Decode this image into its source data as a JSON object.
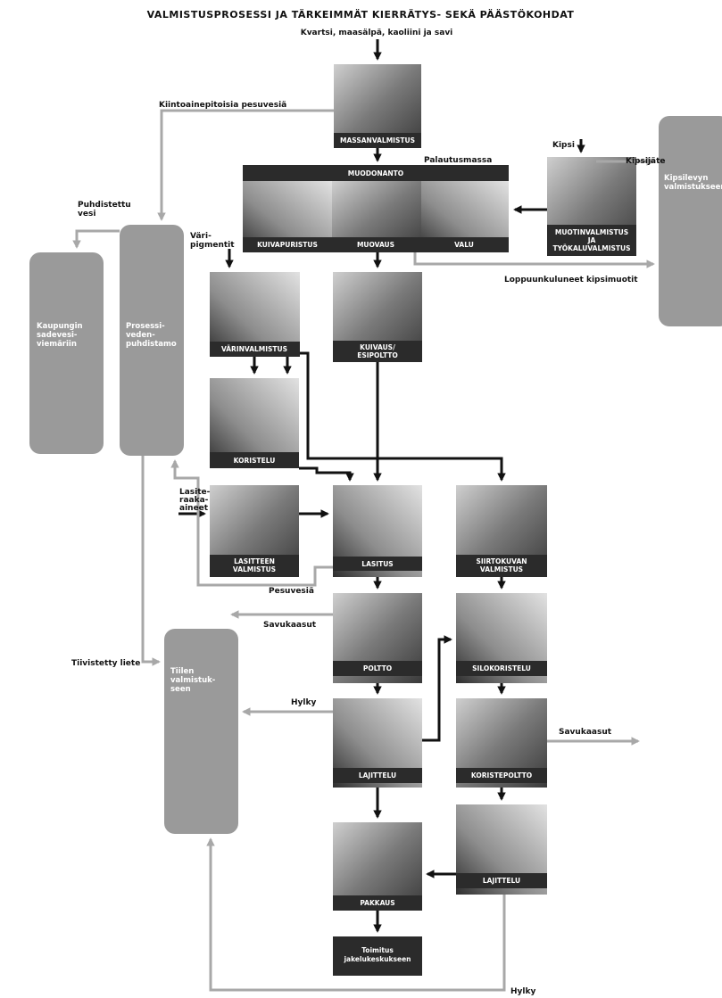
{
  "title": "VALMISTUSPROSESSI JA TÄRKEIMMÄT KIERRÄTYS- SEKÄ PÄÄSTÖKOHDAT",
  "input_top": "Kvartsi, maasälpä, kaoliini ja savi",
  "steps": {
    "massanvalmistus": "MASSANVALMISTUS",
    "muodonanto": "MUODONANTO",
    "kuivapuristus": "KUIVAPURISTUS",
    "muovaus": "MUOVAUS",
    "valu": "VALU",
    "muotinvalmistus": [
      "MUOTINVALMISTUS",
      "JA",
      "TYÖKALUVALMISTUS"
    ],
    "varinvalmistus": "VÄRINVALMISTUS",
    "kuivaus": [
      "KUIVAUS/",
      "ESIPOLTTO"
    ],
    "koristelu": "KORISTELU",
    "lasitteen_valmistus": [
      "LASITTEEN",
      "VALMISTUS"
    ],
    "lasitus": "LASITUS",
    "siirtokuvan_valmistus": [
      "SIIRTOKUVAN",
      "VALMISTUS"
    ],
    "poltto": "POLTTO",
    "silokoristelu": "SILOKORISTELU",
    "lajittelu1": "LAJITTELU",
    "koristepoltto": "KORISTEPOLTTO",
    "lajittelu2": "LAJITTELU",
    "pakkaus": "PAKKAUS",
    "toimitus": [
      "Toimitus",
      "jakelukeskukseen"
    ]
  },
  "side_boxes": {
    "kaupungin": [
      "Kaupungin",
      "sadevesi-",
      "viemäriin"
    ],
    "prosessi": [
      "Prosessi-",
      "veden-",
      "puhdistamo"
    ],
    "tiilen": [
      "Tiilen",
      "valmistuk-",
      "seen"
    ],
    "kipsilevyn": [
      "Kipsilevyn",
      "valmistukseen"
    ]
  },
  "labels": {
    "kiintoaine": "Kiintoainepitoisia pesuvesiä",
    "puhdistettu": [
      "Puhdistettu",
      "vesi"
    ],
    "vari_pigmentit": [
      "Väri-",
      "pigmentit"
    ],
    "palautusmassa": "Palautusmassa",
    "kipsi": "Kipsi",
    "kipsijate": "Kipsijäte",
    "loppuun": "Loppuunkuluneet kipsimuotit",
    "lasite_raaka": [
      "Lasite-",
      "raaka-",
      "aineet"
    ],
    "pesuvesia": "Pesuvesiä",
    "savukaasut1": "Savukaasut",
    "tiivistetty": "Tiivistetty liete",
    "hylky1": "Hylky",
    "savukaasut2": "Savukaasut",
    "hylky2": "Hylky"
  },
  "colors": {
    "dark_box": "#2b2b2b",
    "gray_box": "#9a9a9a",
    "arrow_black": "#111111",
    "arrow_gray": "#a8a8a8"
  }
}
